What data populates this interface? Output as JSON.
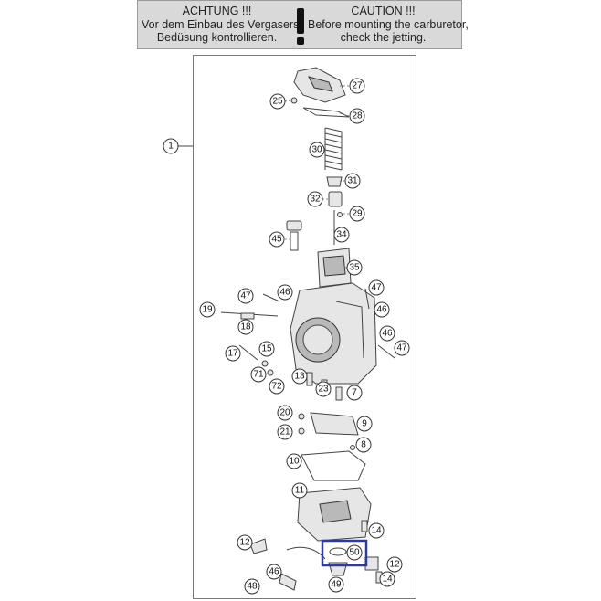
{
  "warning": {
    "de_title": "ACHTUNG !!!",
    "de_line1": "Vor dem Einbau des Vergasers,",
    "de_line2": "Bedüsung kontrollieren.",
    "en_title": "CAUTION !!!",
    "en_line1": "Before mounting the carburetor,",
    "en_line2": "check the jetting."
  },
  "callouts": {
    "c1": "1",
    "c25": "25",
    "c27": "27",
    "c28": "28",
    "c30": "30",
    "c31": "31",
    "c32": "32",
    "c29": "29",
    "c34": "34",
    "c45": "45",
    "c35": "35",
    "c47a": "47",
    "c46a": "46",
    "c47b": "47",
    "c46b": "46",
    "c19": "19",
    "c18": "18",
    "c46c": "46",
    "c47c": "47",
    "c17": "17",
    "c15": "15",
    "c71": "71",
    "c72": "72",
    "c13": "13",
    "c23": "23",
    "c7": "7",
    "c20": "20",
    "c21": "21",
    "c9": "9",
    "c8": "8",
    "c10": "10",
    "c11": "11",
    "c14a": "14",
    "c12a": "12",
    "c50": "50",
    "c12b": "12",
    "c46d": "46",
    "c48": "48",
    "c49": "49",
    "c14b": "14"
  },
  "highlight_color": "#2e3c98"
}
